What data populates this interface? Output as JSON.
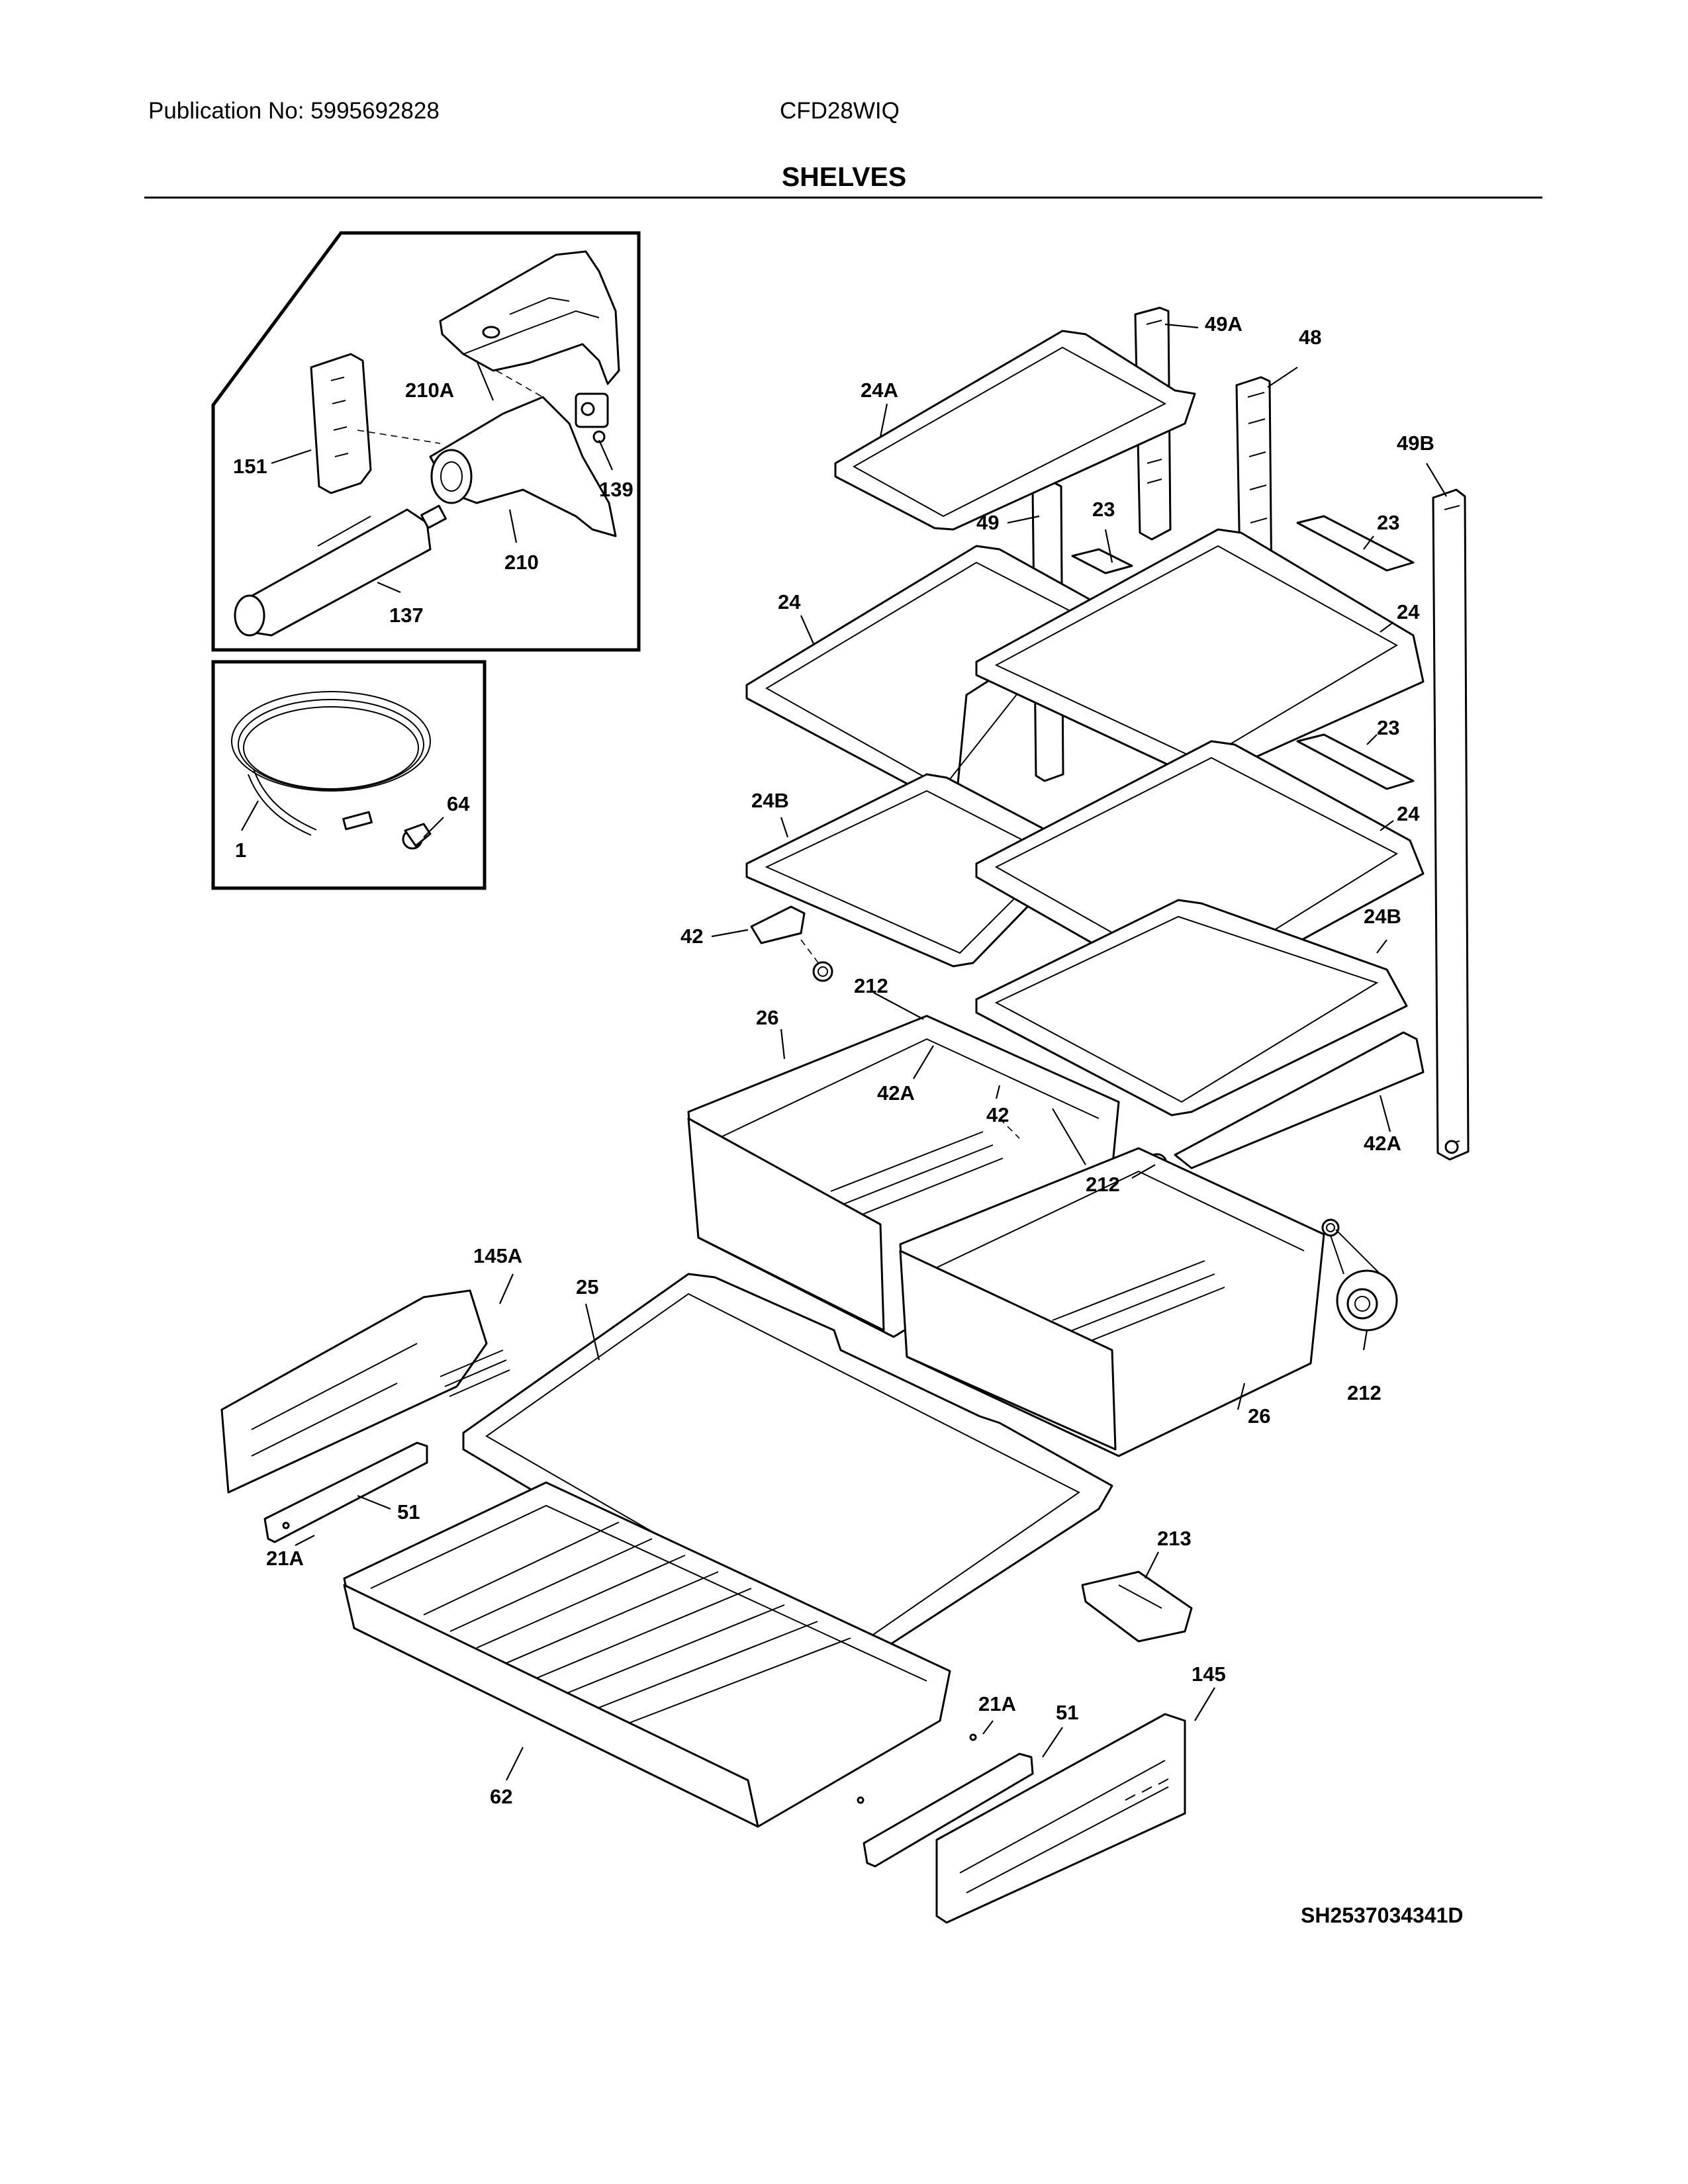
{
  "header": {
    "publication_label": "Publication No: 5995692828",
    "model": "CFD28WIQ",
    "section_title": "SHELVES"
  },
  "diagram_code": "SH2537034341D",
  "callouts": {
    "c49A": "49A",
    "c48": "48",
    "c49B": "49B",
    "c24A": "24A",
    "c49": "49",
    "c23a": "23",
    "c23b": "23",
    "c23c": "23",
    "c24a": "24",
    "c24b": "24",
    "c24c": "24",
    "c24Ba": "24B",
    "c24Bb": "24B",
    "c42a": "42",
    "c42b": "42",
    "c42Aa": "42A",
    "c42Ab": "42A",
    "c212a": "212",
    "c212b": "212",
    "c212c": "212",
    "c26a": "26",
    "c26b": "26",
    "c145A": "145A",
    "c25": "25",
    "c51a": "51",
    "c51b": "51",
    "c21Aa": "21A",
    "c21Ab": "21A",
    "c213": "213",
    "c145": "145",
    "c62": "62",
    "c210A": "210A",
    "c151": "151",
    "c139": "139",
    "c210": "210",
    "c137": "137",
    "c1": "1",
    "c64": "64"
  }
}
